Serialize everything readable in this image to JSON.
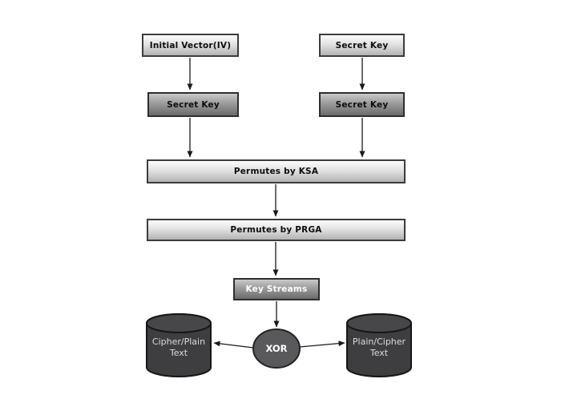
{
  "diagram": {
    "type": "flowchart",
    "background": "#ffffff",
    "nodes": {
      "initial_vector": "Initial Vector(IV)",
      "secret_key_top": "Secret Key",
      "secret_key_left": "Secret Key",
      "secret_key_right": "Secret Key",
      "permutes_ksa": "Permutes by KSA",
      "permutes_prga": "Permutes by PRGA",
      "key_streams": "Key Streams",
      "xor": "XOR",
      "left_cylinder": {
        "line1": "Cipher/Plain",
        "line2": "Text"
      },
      "right_cylinder": {
        "line1": "Plain/Cipher",
        "line2": "Text"
      }
    },
    "colors": {
      "light_box_top": "#fcfcfc",
      "light_box_bottom": "#b3b3b3",
      "dark_box_top": "#c9c9c9",
      "dark_box_bottom": "#6b6b6b",
      "box_border": "#3c3c3e",
      "cylinder_fill": "#3e3e40",
      "cylinder_top_fill": "#474749",
      "xor_fill": "#59595b",
      "arrow_line": "#1a1a1a",
      "dark_text": "#0d0d0d",
      "white_text": "#ffffff",
      "cylinder_text": "#dcdcdc"
    }
  }
}
